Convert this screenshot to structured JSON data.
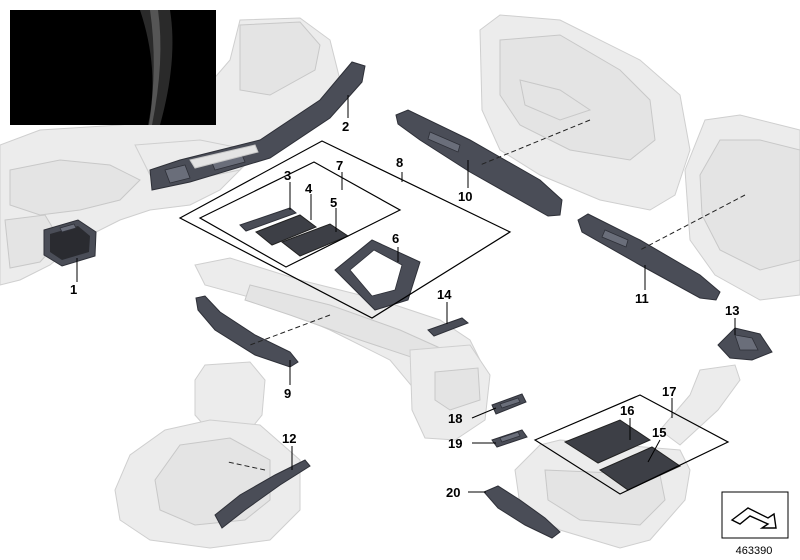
{
  "diagram": {
    "callouts": [
      {
        "id": "1",
        "label": "1"
      },
      {
        "id": "2",
        "label": "2"
      },
      {
        "id": "3",
        "label": "3"
      },
      {
        "id": "4",
        "label": "4"
      },
      {
        "id": "5",
        "label": "5"
      },
      {
        "id": "6",
        "label": "6"
      },
      {
        "id": "7",
        "label": "7"
      },
      {
        "id": "8",
        "label": "8"
      },
      {
        "id": "9",
        "label": "9"
      },
      {
        "id": "10",
        "label": "10"
      },
      {
        "id": "11",
        "label": "11"
      },
      {
        "id": "12",
        "label": "12"
      },
      {
        "id": "13",
        "label": "13"
      },
      {
        "id": "14",
        "label": "14"
      },
      {
        "id": "15",
        "label": "15"
      },
      {
        "id": "16",
        "label": "16"
      },
      {
        "id": "17",
        "label": "17"
      },
      {
        "id": "18",
        "label": "18"
      },
      {
        "id": "19",
        "label": "19"
      },
      {
        "id": "20",
        "label": "20"
      }
    ],
    "reference_number": "463390",
    "colors": {
      "trim": "#4a4d57",
      "ghost_parts": "#ececec",
      "inset_black": "#000000"
    }
  }
}
